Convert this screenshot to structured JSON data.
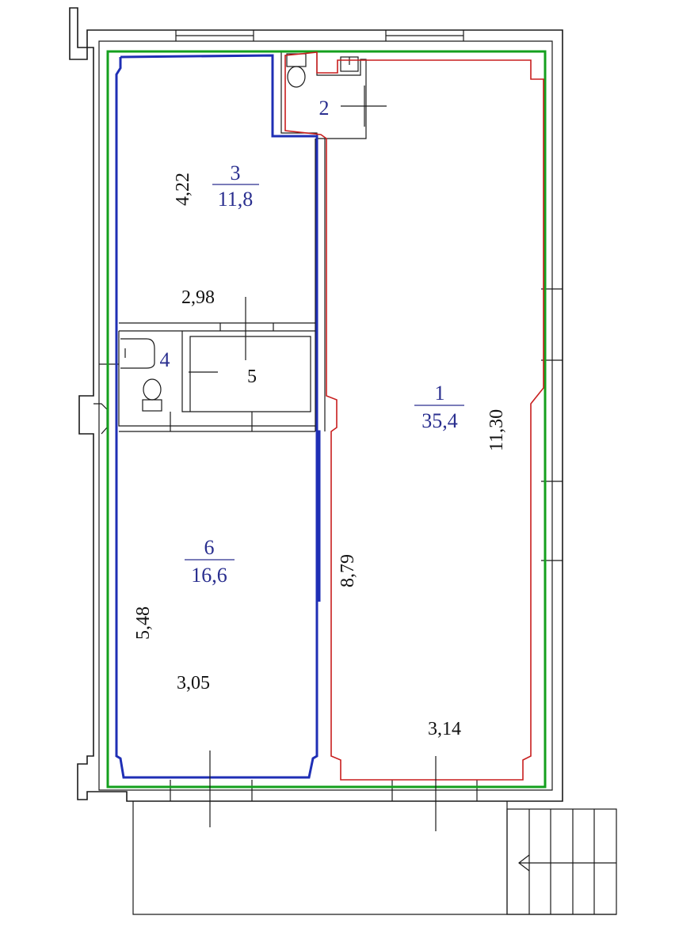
{
  "colors": {
    "wall": "#1a1a1a",
    "room_number": "#2a2f8f",
    "outline_green": "#14a01e",
    "outline_blue": "#1f2fb5",
    "outline_red": "#c81e1e",
    "background": "#ffffff"
  },
  "rooms": [
    {
      "number": "1",
      "area": "35,4"
    },
    {
      "number": "2",
      "area": ""
    },
    {
      "number": "3",
      "area": "11,8"
    },
    {
      "number": "4",
      "area": ""
    },
    {
      "number": "5",
      "area": ""
    },
    {
      "number": "6",
      "area": "16,6"
    }
  ],
  "dimensions": {
    "room3_height": "4,22",
    "room3_width": "2,98",
    "room6_height": "5,48",
    "room6_width": "3,05",
    "room1_height": "11,30",
    "room1_inner": "8,79",
    "room1_width": "3,14"
  },
  "icons": [
    "toilet-icon",
    "sink-icon",
    "stair-arrow-icon"
  ]
}
